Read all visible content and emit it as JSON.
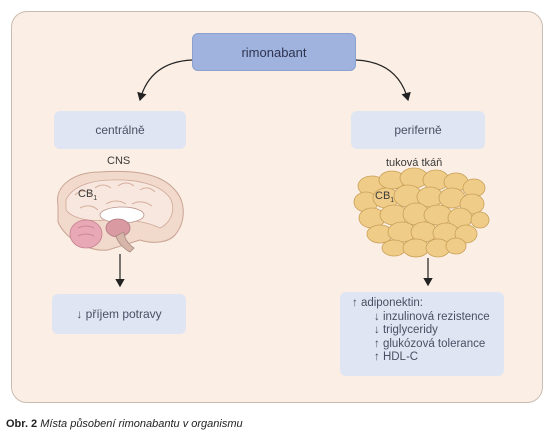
{
  "top_node": {
    "label": "rimonabant"
  },
  "left_branch": {
    "box_label": "centrálně",
    "tissue_label": "CNS",
    "receptor": {
      "main": "CB",
      "sub": "1"
    },
    "effect": "↓ příjem potravy"
  },
  "right_branch": {
    "box_label": "periferně",
    "tissue_label": "tuková tkáň",
    "receptor": {
      "main": "CB",
      "sub": "1"
    },
    "effects": {
      "head": "↑ adiponektin:",
      "items": [
        "↓ inzulinová rezistence",
        "↓ triglyceridy",
        "↑ glukózová tolerance",
        "↑ HDL-C"
      ]
    }
  },
  "caption": {
    "number": "Obr. 2",
    "text": "Místa působení rimonabantu v organismu"
  },
  "colors": {
    "panel_bg": "#fbeee4",
    "top_box": "#9fb3de",
    "boxes": "#dfe5f2",
    "arrow": "#222222"
  },
  "icons": [
    "brain-illustration",
    "adipose-tissue-illustration"
  ]
}
